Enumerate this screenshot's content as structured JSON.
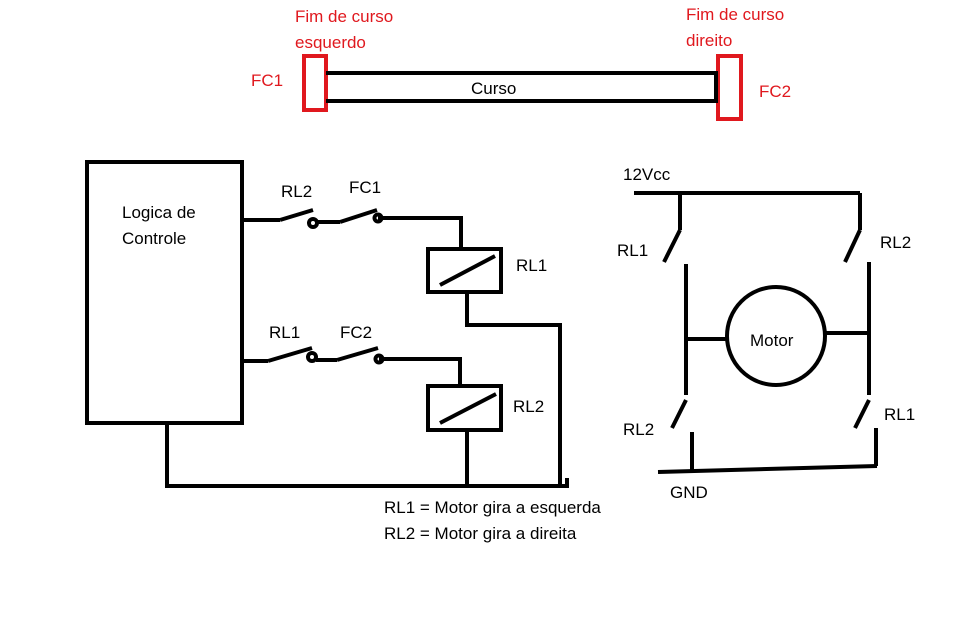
{
  "colors": {
    "ink": "#000000",
    "limit_switch": "#e0181e",
    "background": "#ffffff"
  },
  "track": {
    "left_limit_title_line1": "Fim de curso",
    "left_limit_title_line2": "esquerdo",
    "right_limit_title_line1": "Fim de curso",
    "right_limit_title_line2": "direito",
    "left_switch_label": "FC1",
    "right_switch_label": "FC2",
    "track_label": "Curso"
  },
  "control": {
    "box_line1": "Logica de",
    "box_line2": "Controle",
    "upper_relay_contact_label": "RL2",
    "upper_limit_contact_label": "FC1",
    "upper_coil_label": "RL1",
    "lower_relay_contact_label": "RL1",
    "lower_limit_contact_label": "FC2",
    "lower_coil_label": "RL2"
  },
  "bridge": {
    "supply_label": "12Vcc",
    "ground_label": "GND",
    "motor_label": "Motor",
    "top_left_switch_label": "RL1",
    "top_right_switch_label": "RL2",
    "bottom_left_switch_label": "RL2",
    "bottom_right_switch_label": "RL1"
  },
  "legend": {
    "line1": "RL1 = Motor gira a esquerda",
    "line2": "RL2 = Motor gira a direita"
  }
}
